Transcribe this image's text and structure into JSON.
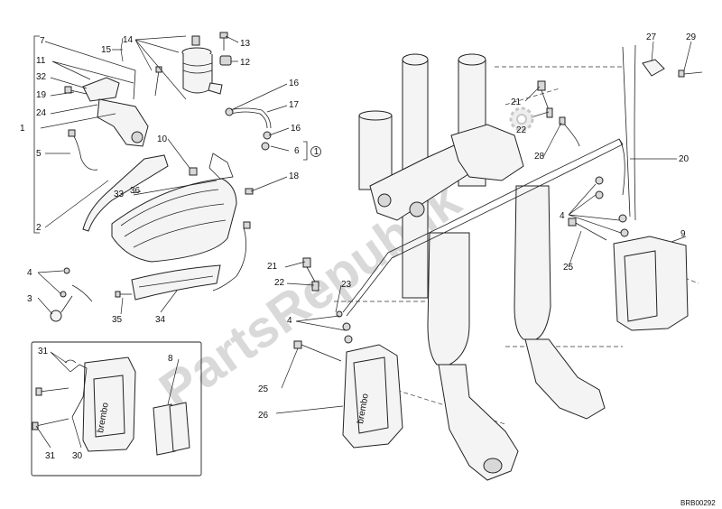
{
  "watermark": "PartsRepublik",
  "drawing_code": "BRB00292",
  "caliper_brand": "brembo",
  "callouts": [
    {
      "id": "c7",
      "text": "7"
    },
    {
      "id": "c11",
      "text": "11"
    },
    {
      "id": "c32",
      "text": "32"
    },
    {
      "id": "c19",
      "text": "19"
    },
    {
      "id": "c24",
      "text": "24"
    },
    {
      "id": "c1",
      "text": "1"
    },
    {
      "id": "c5",
      "text": "5"
    },
    {
      "id": "c2",
      "text": "2"
    },
    {
      "id": "c15",
      "text": "15"
    },
    {
      "id": "c14",
      "text": "14"
    },
    {
      "id": "c13",
      "text": "13"
    },
    {
      "id": "c12",
      "text": "12"
    },
    {
      "id": "c16a",
      "text": "16"
    },
    {
      "id": "c17",
      "text": "17"
    },
    {
      "id": "c16b",
      "text": "16"
    },
    {
      "id": "c6",
      "text": "6"
    },
    {
      "id": "c10",
      "text": "10"
    },
    {
      "id": "c33",
      "text": "33"
    },
    {
      "id": "c36",
      "text": "36"
    },
    {
      "id": "c18",
      "text": "18"
    },
    {
      "id": "c4a",
      "text": "4"
    },
    {
      "id": "c3",
      "text": "3"
    },
    {
      "id": "c35",
      "text": "35"
    },
    {
      "id": "c34",
      "text": "34"
    },
    {
      "id": "c31a",
      "text": "31"
    },
    {
      "id": "c8",
      "text": "8"
    },
    {
      "id": "c31b",
      "text": "31"
    },
    {
      "id": "c30",
      "text": "30"
    },
    {
      "id": "c21a",
      "text": "21"
    },
    {
      "id": "c22a",
      "text": "22"
    },
    {
      "id": "c23",
      "text": "23"
    },
    {
      "id": "c4b",
      "text": "4"
    },
    {
      "id": "c25a",
      "text": "25"
    },
    {
      "id": "c26",
      "text": "26"
    },
    {
      "id": "c21b",
      "text": "21"
    },
    {
      "id": "c22b",
      "text": "22"
    },
    {
      "id": "c28",
      "text": "28"
    },
    {
      "id": "c27",
      "text": "27"
    },
    {
      "id": "c29",
      "text": "29"
    },
    {
      "id": "c20",
      "text": "20"
    },
    {
      "id": "c4c",
      "text": "4"
    },
    {
      "id": "c9",
      "text": "9"
    },
    {
      "id": "c25b",
      "text": "25"
    }
  ],
  "circled_note": "1"
}
